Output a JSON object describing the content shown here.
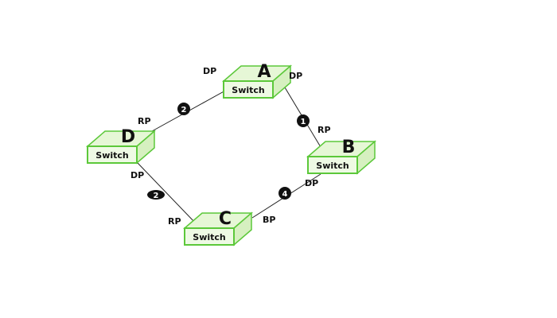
{
  "diagram": {
    "title": "Spanning Tree Protocol port roles",
    "switches": [
      {
        "id": "A",
        "name": "A",
        "label": "Switch"
      },
      {
        "id": "B",
        "name": "B",
        "label": "Switch"
      },
      {
        "id": "C",
        "name": "C",
        "label": "Switch"
      },
      {
        "id": "D",
        "name": "D",
        "label": "Switch"
      }
    ],
    "links": [
      {
        "from": "A",
        "to": "D",
        "cost": "2",
        "from_port": "DP",
        "to_port": "RP"
      },
      {
        "from": "A",
        "to": "B",
        "cost": "1",
        "from_port": "DP",
        "to_port": "RP"
      },
      {
        "from": "D",
        "to": "C",
        "cost": "2",
        "from_port": "DP",
        "to_port": "RP"
      },
      {
        "from": "B",
        "to": "C",
        "cost": "4",
        "from_port": "DP",
        "to_port": "BP"
      }
    ],
    "colors": {
      "switch_top": "#e6f7d6",
      "switch_front": "#eefae4",
      "switch_side": "#d6f0c0",
      "switch_stroke": "#5cc83a",
      "link": "#222222",
      "badge": "#111111"
    }
  }
}
